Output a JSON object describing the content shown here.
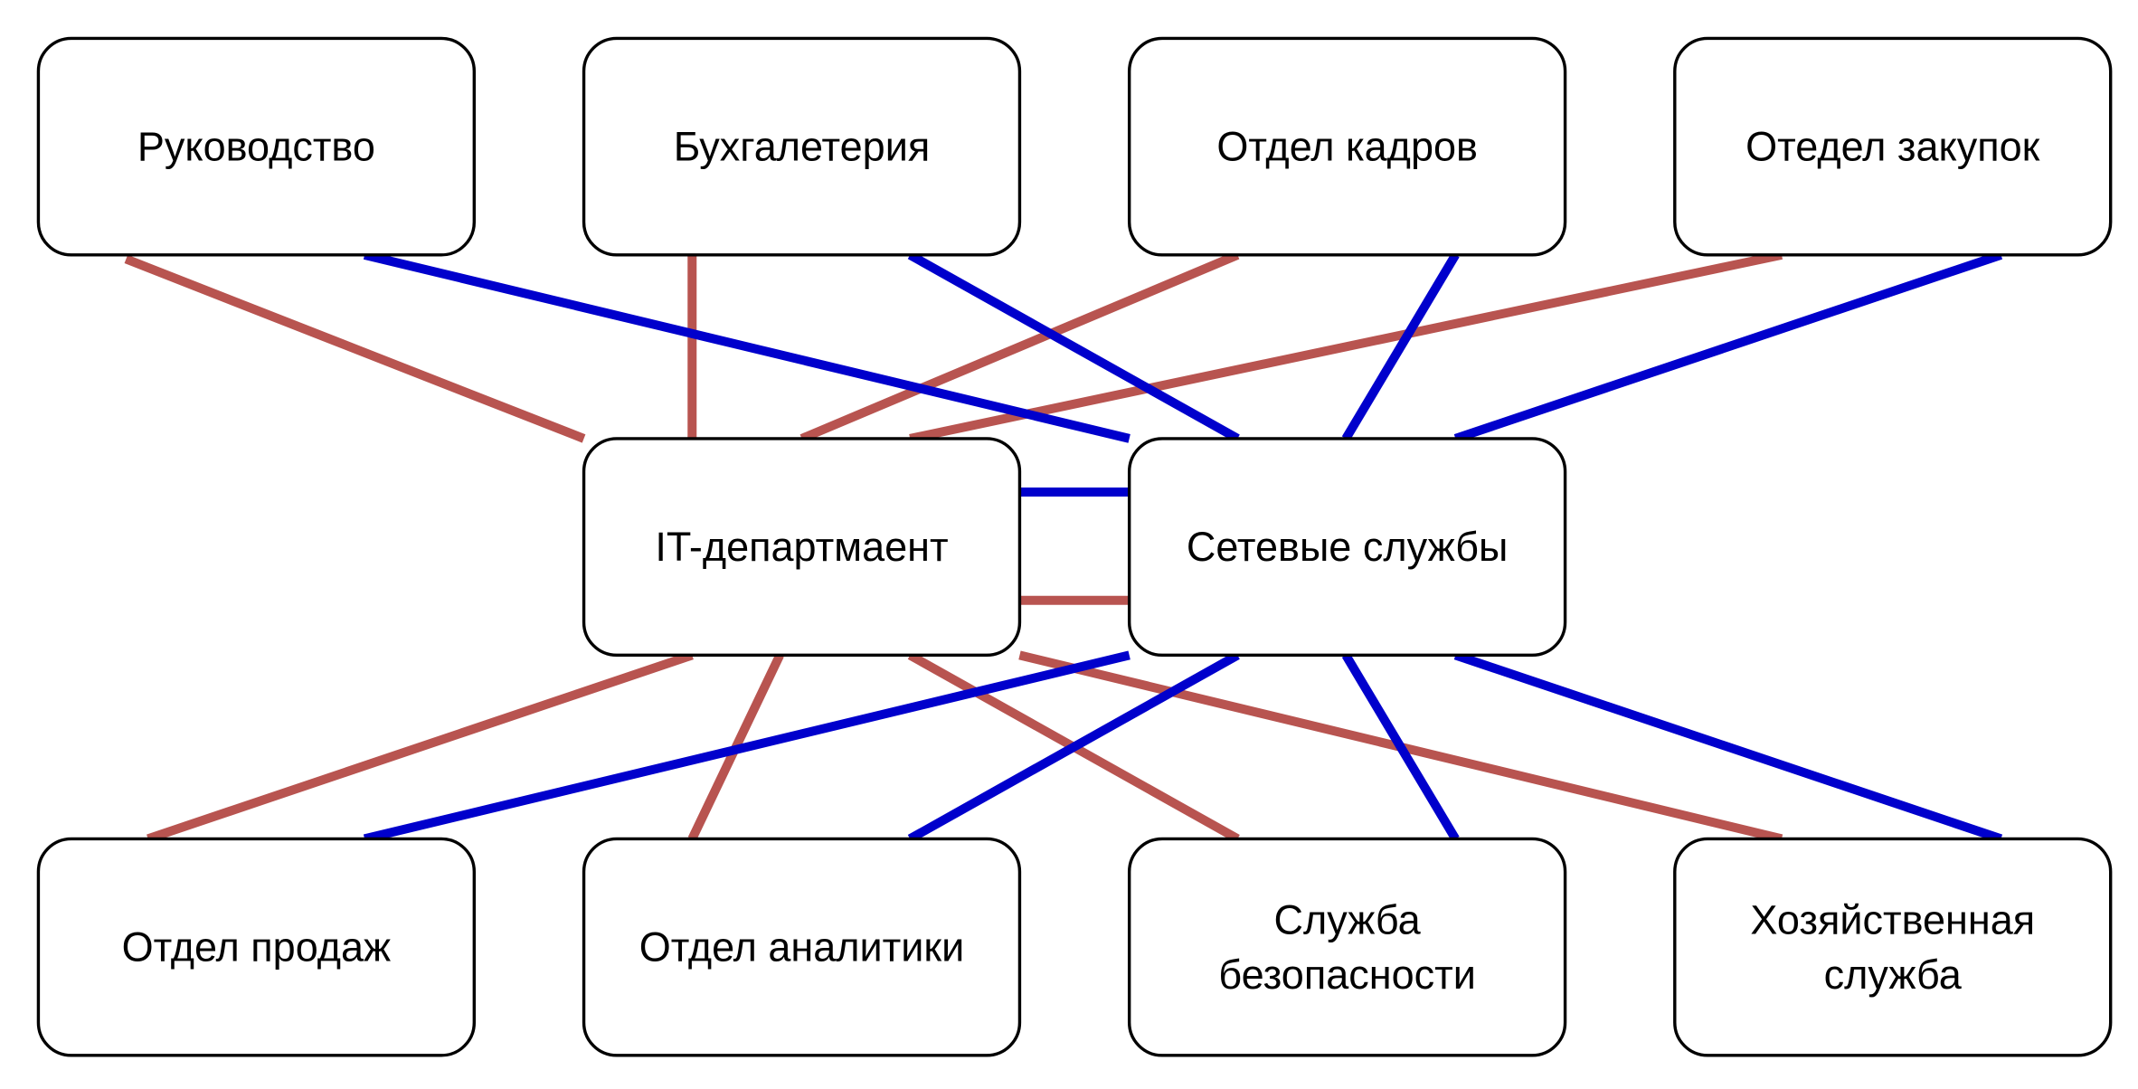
{
  "colors": {
    "it_links": "#b85450",
    "network_links": "#0000cc",
    "node_border": "#000000",
    "node_fill": "#ffffff"
  },
  "nodes": {
    "management": {
      "lines": [
        "Руководство"
      ]
    },
    "accounting": {
      "lines": [
        "Бухгалетерия"
      ]
    },
    "hr": {
      "lines": [
        "Отдел кадров"
      ]
    },
    "procurement": {
      "lines": [
        "Отедел закупок"
      ]
    },
    "it": {
      "lines": [
        "IT-департмаент"
      ]
    },
    "network": {
      "lines": [
        "Сетевые службы"
      ]
    },
    "sales": {
      "lines": [
        "Отдел продаж"
      ]
    },
    "analytics": {
      "lines": [
        "Отдел аналитики"
      ]
    },
    "security": {
      "lines": [
        "Служба",
        "безопасности"
      ]
    },
    "facilities": {
      "lines": [
        "Хозяйственная",
        "служба"
      ]
    }
  },
  "edges": [
    {
      "from": "management",
      "to": "it",
      "color": "it_links"
    },
    {
      "from": "accounting",
      "to": "it",
      "color": "it_links"
    },
    {
      "from": "hr",
      "to": "it",
      "color": "it_links"
    },
    {
      "from": "procurement",
      "to": "it",
      "color": "it_links"
    },
    {
      "from": "it",
      "to": "network",
      "color": "it_links"
    },
    {
      "from": "it",
      "to": "sales",
      "color": "it_links"
    },
    {
      "from": "it",
      "to": "analytics",
      "color": "it_links"
    },
    {
      "from": "it",
      "to": "security",
      "color": "it_links"
    },
    {
      "from": "it",
      "to": "facilities",
      "color": "it_links"
    },
    {
      "from": "management",
      "to": "network",
      "color": "network_links"
    },
    {
      "from": "accounting",
      "to": "network",
      "color": "network_links"
    },
    {
      "from": "hr",
      "to": "network",
      "color": "network_links"
    },
    {
      "from": "procurement",
      "to": "network",
      "color": "network_links"
    },
    {
      "from": "it",
      "to": "network",
      "color": "network_links"
    },
    {
      "from": "network",
      "to": "sales",
      "color": "network_links"
    },
    {
      "from": "network",
      "to": "analytics",
      "color": "network_links"
    },
    {
      "from": "network",
      "to": "security",
      "color": "network_links"
    },
    {
      "from": "network",
      "to": "facilities",
      "color": "network_links"
    }
  ]
}
